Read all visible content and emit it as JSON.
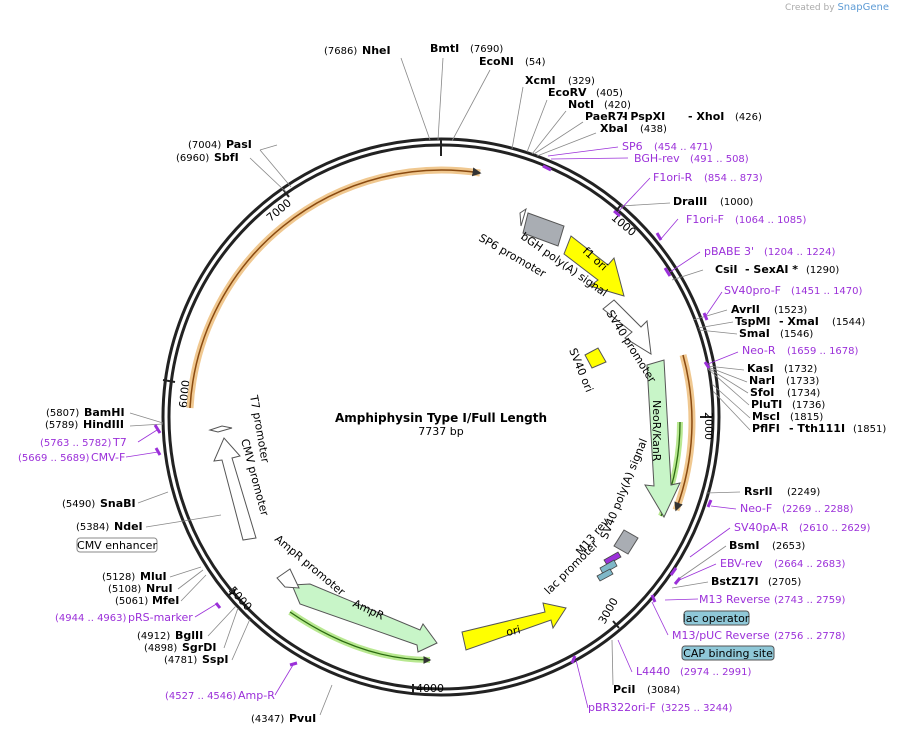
{
  "brand": {
    "prefix": "Created by",
    "name": "SnapGene"
  },
  "plasmid": {
    "name": "Amphiphysin Type I/Full Length",
    "size": "7737 bp"
  },
  "colors": {
    "backbone": "#222222",
    "primer": "#9b30d9",
    "ori": "#ffff00",
    "neor": "#c8f5c8",
    "promoter": "#ffffff",
    "orange": "#f0a040"
  },
  "ruler": [
    "1000",
    "2000",
    "3000",
    "4000",
    "5000",
    "6000",
    "7000"
  ],
  "sites_right": [
    {
      "enzyme": "BmtI",
      "pos": "(7690)"
    },
    {
      "enzyme": "EcoNI",
      "pos": "(54)"
    },
    {
      "enzyme": "XcmI",
      "pos": "(329)"
    },
    {
      "enzyme": "EcoRV",
      "pos": "(405)"
    },
    {
      "enzyme": "NotI",
      "pos": "(420)"
    },
    {
      "enzyme": "PaeR7I",
      "extra": "- PspXI",
      "extra2": "- XhoI",
      "pos": "(426)"
    },
    {
      "enzyme": "XbaI",
      "pos": "(438)"
    },
    {
      "enzyme": "DraIII",
      "pos": "(1000)"
    },
    {
      "enzyme": "CsiI",
      "extra": "- SexAI *",
      "pos": "(1290)"
    },
    {
      "enzyme": "AvrII",
      "pos": "(1523)"
    },
    {
      "enzyme": "TspMI",
      "extra": "- XmaI",
      "pos": "(1544)"
    },
    {
      "enzyme": "SmaI",
      "pos": "(1546)"
    },
    {
      "enzyme": "KasI",
      "pos": "(1732)"
    },
    {
      "enzyme": "NarI",
      "pos": "(1733)"
    },
    {
      "enzyme": "SfoI",
      "pos": "(1734)"
    },
    {
      "enzyme": "PluTI",
      "pos": "(1736)"
    },
    {
      "enzyme": "MscI",
      "pos": "(1815)"
    },
    {
      "enzyme": "PflFI",
      "extra": "- Tth111I",
      "pos": "(1851)"
    },
    {
      "enzyme": "RsrII",
      "pos": "(2249)"
    },
    {
      "enzyme": "BsmI",
      "pos": "(2653)"
    },
    {
      "enzyme": "BstZ17I",
      "pos": "(2705)"
    },
    {
      "enzyme": "PciI",
      "pos": "(3084)"
    }
  ],
  "sites_left": [
    {
      "enzyme": "NheI",
      "pos": "(7686)"
    },
    {
      "enzyme": "PasI",
      "pos": "(7004)"
    },
    {
      "enzyme": "SbfI",
      "pos": "(6960)"
    },
    {
      "enzyme": "BamHI",
      "pos": "(5807)"
    },
    {
      "enzyme": "HindIII",
      "pos": "(5789)"
    },
    {
      "enzyme": "SnaBI",
      "pos": "(5490)"
    },
    {
      "enzyme": "NdeI",
      "pos": "(5384)"
    },
    {
      "enzyme": "MluI",
      "pos": "(5128)"
    },
    {
      "enzyme": "NruI",
      "pos": "(5108)"
    },
    {
      "enzyme": "MfeI",
      "pos": "(5061)"
    },
    {
      "enzyme": "BglII",
      "pos": "(4912)"
    },
    {
      "enzyme": "SgrDI",
      "pos": "(4898)"
    },
    {
      "enzyme": "SspI",
      "pos": "(4781)"
    },
    {
      "enzyme": "PvuI",
      "pos": "(4347)"
    }
  ],
  "primers_right": [
    {
      "name": "SP6",
      "range": "(454 .. 471)"
    },
    {
      "name": "BGH-rev",
      "range": "(491 .. 508)"
    },
    {
      "name": "F1ori-R",
      "range": "(854 .. 873)"
    },
    {
      "name": "F1ori-F",
      "range": "(1064 .. 1085)"
    },
    {
      "name": "pBABE 3'",
      "range": "(1204 .. 1224)"
    },
    {
      "name": "SV40pro-F",
      "range": "(1451 .. 1470)"
    },
    {
      "name": "Neo-R",
      "range": "(1659 .. 1678)"
    },
    {
      "name": "Neo-F",
      "range": "(2269 .. 2288)"
    },
    {
      "name": "SV40pA-R",
      "range": "(2610 .. 2629)"
    },
    {
      "name": "EBV-rev",
      "range": "(2664 .. 2683)"
    },
    {
      "name": "M13 Reverse",
      "range": "(2743 .. 2759)"
    },
    {
      "name": "M13/pUC Reverse",
      "range": "(2756 .. 2778)"
    },
    {
      "name": "L4440",
      "range": "(2974 .. 2991)"
    },
    {
      "name": "pBR322ori-F",
      "range": "(3225 .. 3244)"
    }
  ],
  "primers_left": [
    {
      "name": "T7",
      "range": "(5763 .. 5782)"
    },
    {
      "name": "CMV-F",
      "range": "(5669 .. 5689)"
    },
    {
      "name": "pRS-marker",
      "range": "(4944 .. 4963)"
    },
    {
      "name": "Amp-R",
      "range": "(4527 .. 4546)"
    }
  ],
  "boxed_labels": {
    "cmv_enhancer": "CMV enhancer",
    "lac_operator": "lac operator",
    "cap_site": "CAP binding site"
  },
  "features": {
    "sp6_promoter": "SP6 promoter",
    "bgh": "bGH poly(A) signal",
    "f1ori": "f1 ori",
    "sv40_promoter": "SV40 promoter",
    "sv40_ori": "SV40 ori",
    "neor": "NeoR/KanR",
    "sv40_polya": "SV40 poly(A) signal",
    "m13rev": "M13 rev",
    "lac_promoter": "lac promoter",
    "ori": "ori",
    "ampr": "AmpR",
    "ampr_promoter": "AmpR promoter",
    "cmv_promoter": "CMV promoter",
    "t7_promoter": "T7 promoter"
  }
}
